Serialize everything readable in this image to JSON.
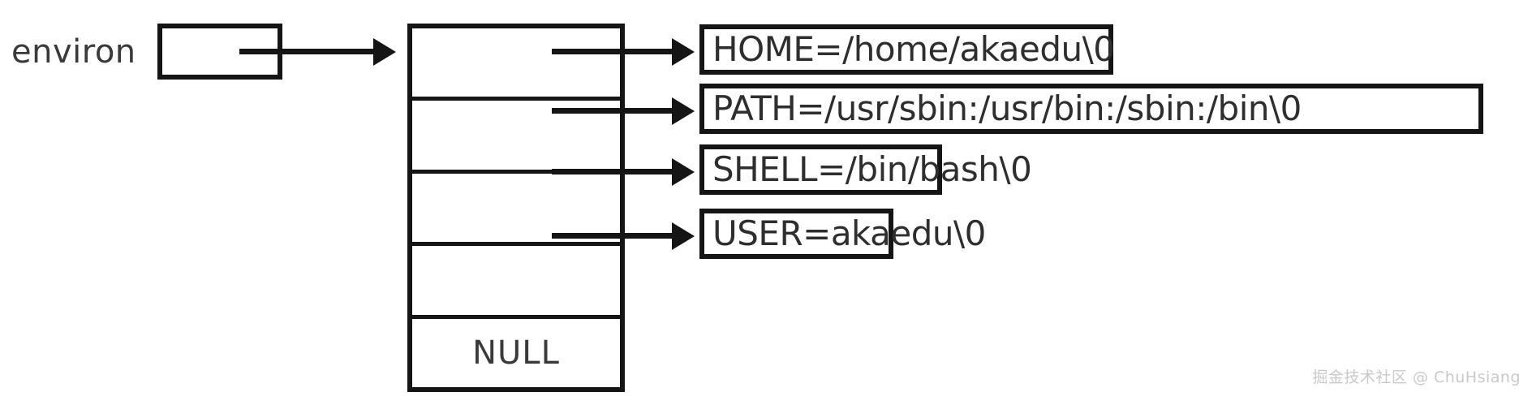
{
  "diagram": {
    "title": "environ pointer array diagram",
    "variable_label": "environ",
    "array": {
      "cells": [
        {
          "index": 0,
          "label": "",
          "has_pointer": true
        },
        {
          "index": 1,
          "label": "",
          "has_pointer": true
        },
        {
          "index": 2,
          "label": "",
          "has_pointer": true
        },
        {
          "index": 3,
          "label": "",
          "has_pointer": true
        },
        {
          "index": 4,
          "label": "NULL",
          "has_pointer": false
        }
      ]
    },
    "strings": [
      {
        "text": "HOME=/home/akaedu\\0"
      },
      {
        "text": "PATH=/usr/sbin:/usr/bin:/sbin:/bin\\0"
      },
      {
        "text": "SHELL=/bin/bash\\0"
      },
      {
        "text": "USER=akaedu\\0"
      }
    ],
    "colors": {
      "stroke": "#151515",
      "text": "#2e2e2e",
      "label_text": "#3a3a3a",
      "background": "#ffffff",
      "watermark": "#c9c9c9"
    }
  },
  "watermark": {
    "text": "掘金技术社区 @ ChuHsiang"
  }
}
